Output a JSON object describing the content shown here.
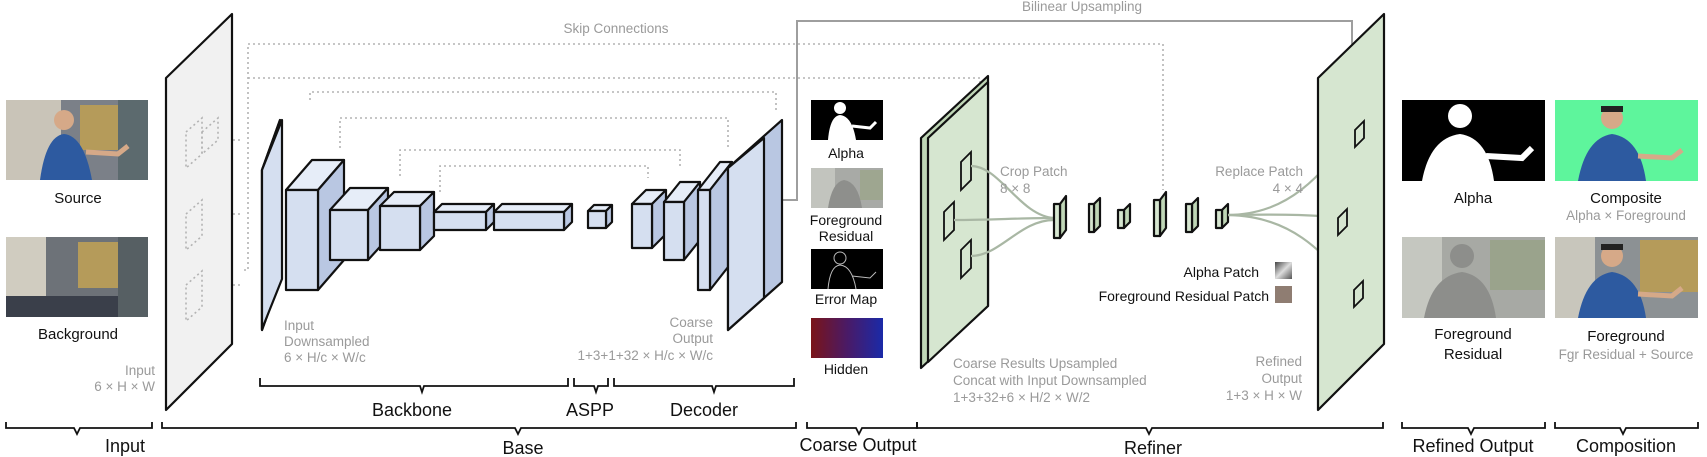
{
  "labels": {
    "skip_connections": "Skip Connections",
    "bilinear_upsampling": "Bilinear Upsampling",
    "source": "Source",
    "background": "Background",
    "input_line1": "Input",
    "input_line2": "6 × H × W",
    "input_down_1": "Input",
    "input_down_2": "Downsampled",
    "input_down_3": "6 × H/c × W/c",
    "coarse_out_1": "Coarse",
    "coarse_out_2": "Output",
    "coarse_out_3": "1+3+1+32 × H/c × W/c",
    "alpha": "Alpha",
    "foreground_residual_1": "Foreground",
    "foreground_residual_2": "Residual",
    "error_map": "Error Map",
    "hidden": "Hidden",
    "crop_patch_1": "Crop Patch",
    "crop_patch_2": "8 × 8",
    "replace_patch_1": "Replace Patch",
    "replace_patch_2": "4 × 4",
    "alpha_patch": "Alpha Patch",
    "fgr_residual_patch": "Foreground Residual Patch",
    "coarse_up_1": "Coarse Results Upsampled",
    "coarse_up_2": "Concat with Input Downsampled",
    "coarse_up_3": "1+3+32+6 × H/2 × W/2",
    "refined_1": "Refined",
    "refined_2": "Output",
    "refined_3": "1+3 × H × W",
    "r_alpha": "Alpha",
    "r_fgr_1": "Foreground",
    "r_fgr_2": "Residual",
    "composite_1": "Composite",
    "composite_2": "Alpha × Foreground",
    "foreground_1": "Foreground",
    "foreground_2": "Fgr Residual + Source"
  },
  "sections": {
    "backbone": "Backbone",
    "aspp": "ASPP",
    "decoder": "Decoder",
    "input": "Input",
    "base": "Base",
    "coarse_output": "Coarse Output",
    "refiner": "Refiner",
    "refined_output": "Refined Output",
    "composition": "Composition"
  },
  "colors": {
    "encoder_blue": "#d5dff0",
    "refiner_green": "#d6e6d0",
    "composite_green": "#5ef59c",
    "line_gray": "#9e9e9e"
  }
}
